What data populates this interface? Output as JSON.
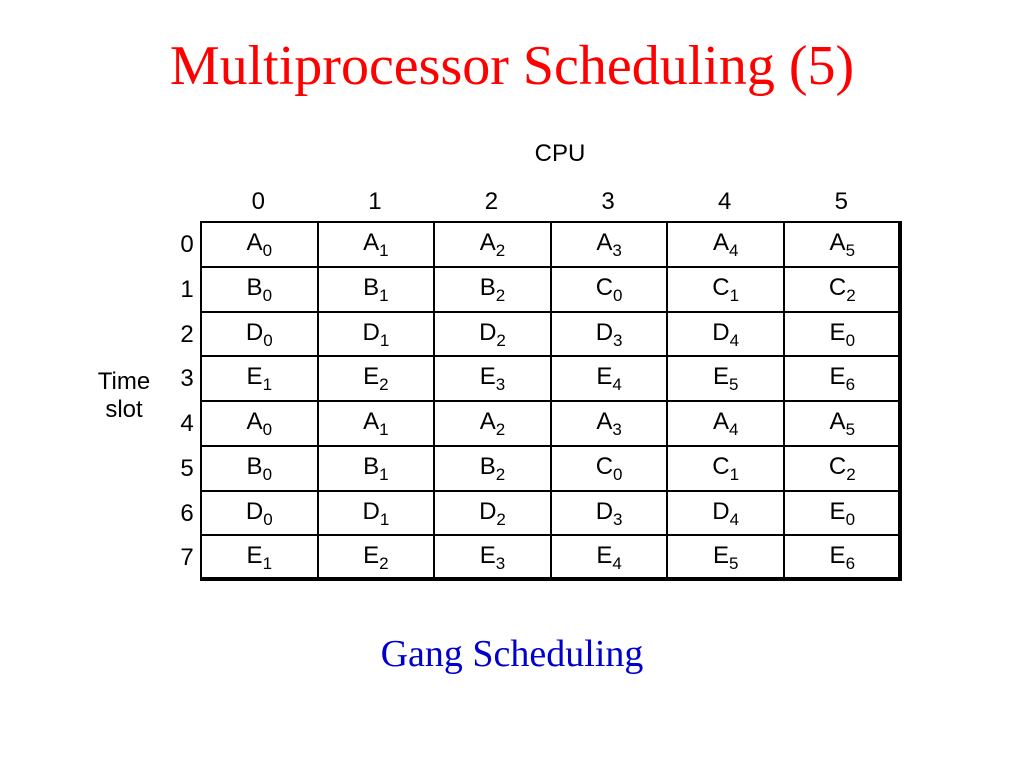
{
  "slide": {
    "title": "Multiprocessor Scheduling (5)",
    "caption": "Gang Scheduling",
    "title_color": "#ff0000",
    "caption_color": "#0000cc"
  },
  "diagram": {
    "cpu_label": "CPU",
    "time_label_line1": "Time",
    "time_label_line2": "slot",
    "cpus": [
      "0",
      "1",
      "2",
      "3",
      "4",
      "5"
    ],
    "slots": [
      "0",
      "1",
      "2",
      "3",
      "4",
      "5",
      "6",
      "7"
    ],
    "grid": [
      [
        [
          "A",
          "0"
        ],
        [
          "A",
          "1"
        ],
        [
          "A",
          "2"
        ],
        [
          "A",
          "3"
        ],
        [
          "A",
          "4"
        ],
        [
          "A",
          "5"
        ]
      ],
      [
        [
          "B",
          "0"
        ],
        [
          "B",
          "1"
        ],
        [
          "B",
          "2"
        ],
        [
          "C",
          "0"
        ],
        [
          "C",
          "1"
        ],
        [
          "C",
          "2"
        ]
      ],
      [
        [
          "D",
          "0"
        ],
        [
          "D",
          "1"
        ],
        [
          "D",
          "2"
        ],
        [
          "D",
          "3"
        ],
        [
          "D",
          "4"
        ],
        [
          "E",
          "0"
        ]
      ],
      [
        [
          "E",
          "1"
        ],
        [
          "E",
          "2"
        ],
        [
          "E",
          "3"
        ],
        [
          "E",
          "4"
        ],
        [
          "E",
          "5"
        ],
        [
          "E",
          "6"
        ]
      ],
      [
        [
          "A",
          "0"
        ],
        [
          "A",
          "1"
        ],
        [
          "A",
          "2"
        ],
        [
          "A",
          "3"
        ],
        [
          "A",
          "4"
        ],
        [
          "A",
          "5"
        ]
      ],
      [
        [
          "B",
          "0"
        ],
        [
          "B",
          "1"
        ],
        [
          "B",
          "2"
        ],
        [
          "C",
          "0"
        ],
        [
          "C",
          "1"
        ],
        [
          "C",
          "2"
        ]
      ],
      [
        [
          "D",
          "0"
        ],
        [
          "D",
          "1"
        ],
        [
          "D",
          "2"
        ],
        [
          "D",
          "3"
        ],
        [
          "D",
          "4"
        ],
        [
          "E",
          "0"
        ]
      ],
      [
        [
          "E",
          "1"
        ],
        [
          "E",
          "2"
        ],
        [
          "E",
          "3"
        ],
        [
          "E",
          "4"
        ],
        [
          "E",
          "5"
        ],
        [
          "E",
          "6"
        ]
      ]
    ]
  }
}
